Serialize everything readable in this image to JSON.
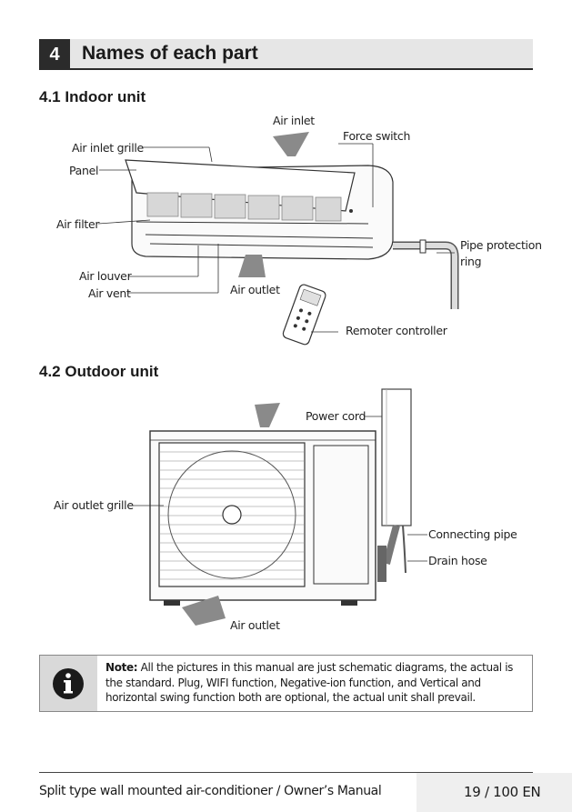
{
  "section": {
    "number": "4",
    "title": "Names of each part"
  },
  "indoor": {
    "heading": "4.1 Indoor unit",
    "labels": {
      "air_inlet": "Air inlet",
      "force_switch": "Force switch",
      "air_inlet_grille": "Air inlet grille",
      "panel": "Panel",
      "air_filter": "Air filter",
      "pipe_protection_ring_1": "Pipe protection",
      "pipe_protection_ring_2": "ring",
      "air_louver": "Air louver",
      "air_vent": "Air vent",
      "air_outlet": "Air outlet",
      "remote_controller": "Remoter controller"
    }
  },
  "outdoor": {
    "heading": "4.2 Outdoor unit",
    "labels": {
      "power_cord": "Power cord",
      "air_outlet_grille": "Air outlet grille",
      "connecting_pipe": "Connecting pipe",
      "drain_hose": "Drain hose",
      "air_outlet": "Air outlet"
    }
  },
  "note": {
    "label": "Note:",
    "text": " All the pictures in this manual are just schematic diagrams, the actual is the standard. Plug, WIFI function, Negative-ion function, and Vertical and horizontal swing function both are optional, the actual unit shall prevail."
  },
  "footer": {
    "left": "Split type wall mounted air-conditioner / Owner’s Manual",
    "right": "19 / 100 EN"
  }
}
